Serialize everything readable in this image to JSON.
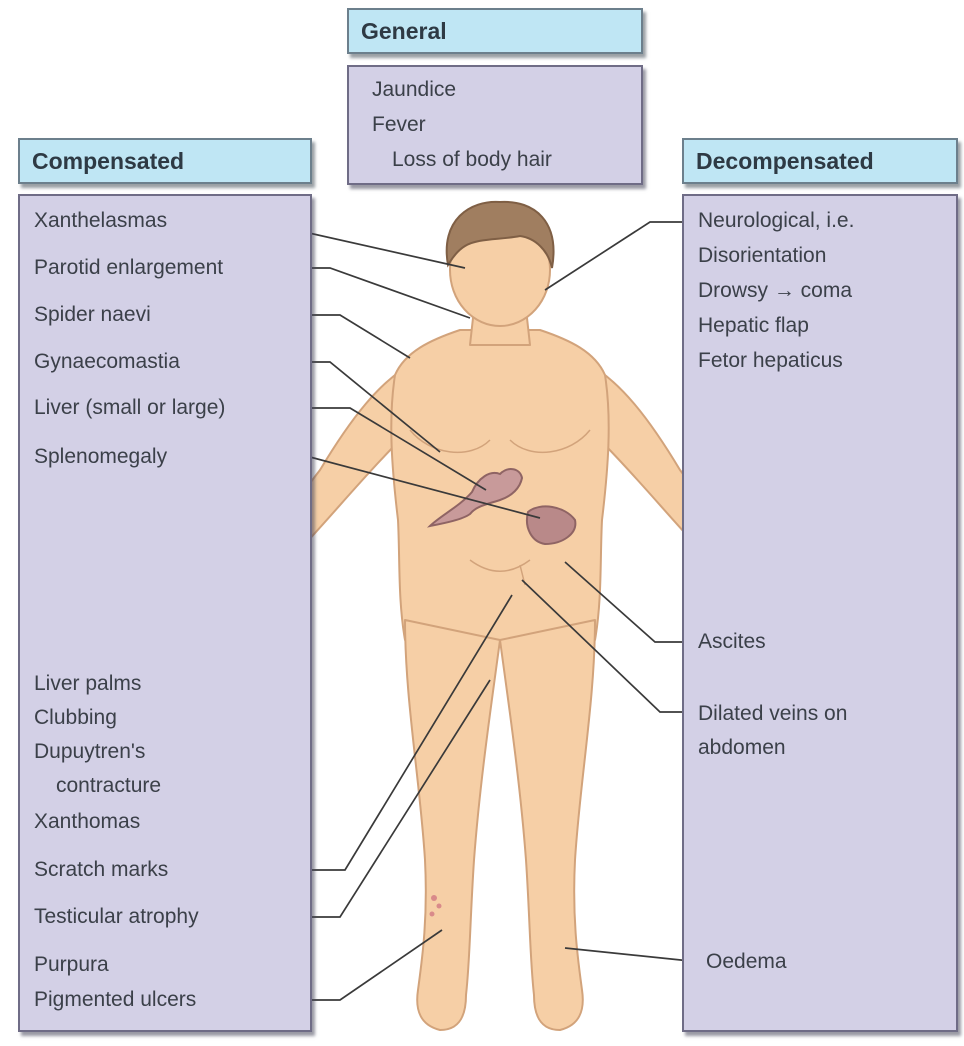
{
  "general": {
    "header": "General",
    "items": [
      "Jaundice",
      "Fever",
      "Loss of body hair"
    ]
  },
  "compensated": {
    "header": "Compensated",
    "items": [
      "Xanthelasmas",
      "Parotid enlargement",
      "Spider naevi",
      "Gynaecomastia",
      "Liver (small or large)",
      "Splenomegaly"
    ],
    "hand_signs": [
      "Liver palms",
      "Clubbing",
      "Dupuytren's",
      "contracture",
      "Xanthomas"
    ],
    "lower_items": [
      "Scratch marks",
      "Testicular atrophy",
      "Purpura",
      "Pigmented ulcers"
    ]
  },
  "decompensated": {
    "header": "Decompensated",
    "items": [
      "Neurological, i.e.",
      "Disorientation",
      "Drowsy → coma",
      "Hepatic flap",
      "Fetor hepaticus"
    ],
    "lower_items": [
      "Ascites",
      "Dilated veins on",
      "abdomen",
      "Oedema"
    ]
  },
  "colors": {
    "header_fill": "#bfe6f4",
    "box_fill": "#d3d0e6",
    "skin": "#f6cfa6",
    "hair": "#a07e60",
    "organ": "#b98989"
  }
}
